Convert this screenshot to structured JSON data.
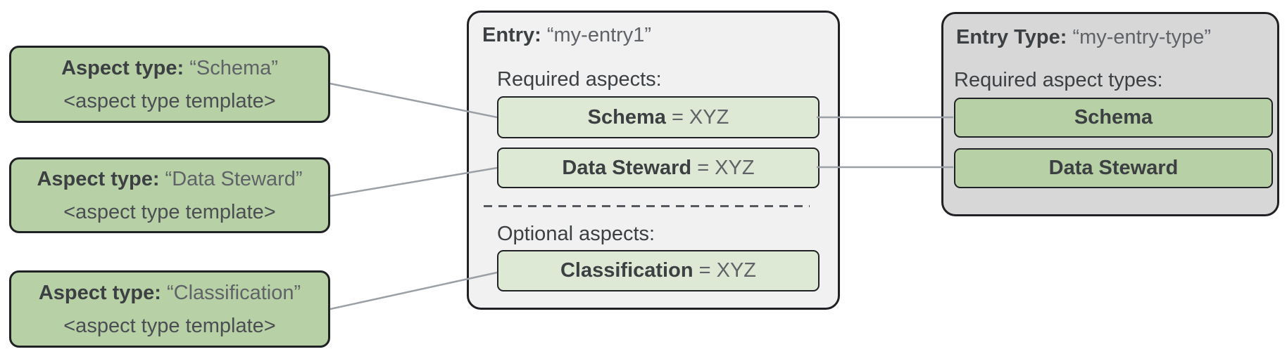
{
  "aspect_type_cards": [
    {
      "label": "Aspect type:",
      "value": "“Schema”",
      "template": "<aspect type template>"
    },
    {
      "label": "Aspect type:",
      "value": "“Data Steward”",
      "template": "<aspect type template>"
    },
    {
      "label": "Aspect type:",
      "value": "“Classification”",
      "template": "<aspect type template>"
    }
  ],
  "entry_card": {
    "label": "Entry:",
    "value": "“my-entry1”",
    "required_heading": "Required aspects:",
    "required_aspects": [
      {
        "name": "Schema",
        "value": "= XYZ"
      },
      {
        "name": "Data Steward",
        "value": "= XYZ"
      }
    ],
    "optional_heading": "Optional aspects:",
    "optional_aspects": [
      {
        "name": "Classification",
        "value": "= XYZ"
      }
    ]
  },
  "entry_type_card": {
    "label": "Entry Type:",
    "value": "“my-entry-type”",
    "required_heading": "Required aspect types:",
    "required_aspect_types": [
      {
        "name": "Schema"
      },
      {
        "name": "Data Steward"
      }
    ]
  },
  "colors": {
    "green_strong": "#b7d0a5",
    "green_light": "#dde9d4",
    "panel_light": "#f1f1f1",
    "panel_gray": "#d7d7d7",
    "border_dark": "#202124",
    "connector": "#9aa0a6",
    "text_strong": "#3c4043",
    "text_regular": "#5f6368"
  }
}
